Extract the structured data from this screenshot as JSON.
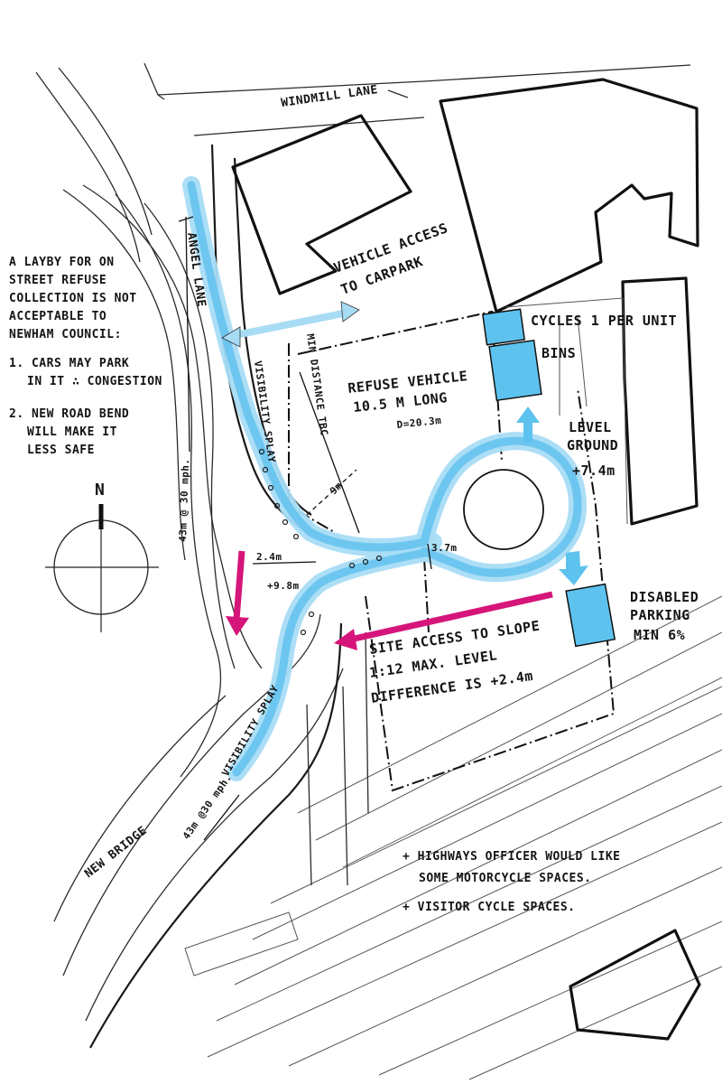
{
  "labels": {
    "windmill_lane": "WINDMILL LANE",
    "angel_lane": "ANGEL LANE",
    "new_bridge": "NEW BRIDGE",
    "vehicle_access_1": "VEHICLE ACCESS",
    "vehicle_access_2": "TO CARPARK",
    "cycles": "CYCLES 1 PER UNIT",
    "bins": "BINS",
    "refuse_1": "REFUSE VEHICLE",
    "refuse_2": "10.5 M LONG",
    "refuse_radius": "D=20.3m",
    "level_1": "LEVEL",
    "level_2": "GROUND",
    "level_3": "+7.4m",
    "disabled_1": "DISABLED",
    "disabled_2": "PARKING",
    "disabled_3": "MIN 6%",
    "site_access_1": "SITE ACCESS TO SLOPE",
    "site_access_2": "1:12 MAX. LEVEL",
    "site_access_3": "DIFFERENCE IS +2.4m",
    "visibility_splay_upper": "VISIBILITY SPLAY",
    "visibility_splay_lower": "VISIBILITY SPLAY",
    "min_distance": "MIN DISTANCE TBC",
    "dim_43_upper": "43m @ 30 mph.",
    "dim_43_lower": "43m @30 mph.",
    "dim_2_4": "2.4m",
    "dim_9_8": "+9.8m",
    "dim_3_7": "3.7m",
    "dim_9m": "9m",
    "north": "N"
  },
  "council_note": {
    "lines": [
      "A LAYBY FOR ON",
      "STREET REFUSE",
      "COLLECTION IS NOT",
      "ACCEPTABLE TO",
      "NEWHAM COUNCIL:",
      "1. CARS MAY PARK",
      "IN IT ∴ CONGESTION",
      "2. NEW ROAD BEND",
      "WILL MAKE IT",
      "LESS SAFE"
    ]
  },
  "highways_note": {
    "lines": [
      "+ HIGHWAYS OFFICER WOULD LIKE",
      "SOME MOTORCYCLE SPACES.",
      "+ VISITOR CYCLE SPACES."
    ]
  },
  "colors": {
    "route_blue": "#6cc6f0",
    "fill_blue": "#5ec2ef",
    "arrow_magenta": "#d6157a",
    "ink": "#141414"
  }
}
